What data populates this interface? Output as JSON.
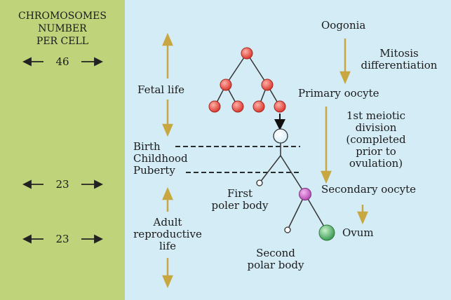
{
  "left_column": {
    "title_lines": [
      "CHROMOSOMES",
      "NUMBER",
      "PER CELL"
    ],
    "rows": [
      {
        "value": "46"
      },
      {
        "value": "23"
      },
      {
        "value": "23"
      }
    ]
  },
  "life_stages": {
    "fetal": "Fetal life",
    "birth": "Birth",
    "childhood": "Childhood",
    "puberty": "Puberty",
    "adult_lines": [
      "Adult",
      "reproductive",
      "life"
    ]
  },
  "cells": {
    "first_polar_lines": [
      "First",
      "poler body"
    ],
    "second_polar_lines": [
      "Second",
      "polar body"
    ],
    "ovum": "Ovum"
  },
  "right_labels": {
    "oogonia": "Oogonia",
    "mitosis_lines": [
      "Mitosis",
      "differentiation"
    ],
    "primary_oocyte": "Primary oocyte",
    "meiotic_lines": [
      "1st meiotic",
      "division",
      "(completed",
      "prior to",
      "ovulation)"
    ],
    "secondary_oocyte": "Secondary oocyte"
  },
  "colors": {
    "left_panel": "#bfd37a",
    "right_panel": "#d4ecf6",
    "arrow": "#c8a640",
    "cell_red": "#e0463c",
    "oocyte": "#cf6ad0",
    "ovum": "#53b46b",
    "primary_oocyte": "#ffffff"
  }
}
